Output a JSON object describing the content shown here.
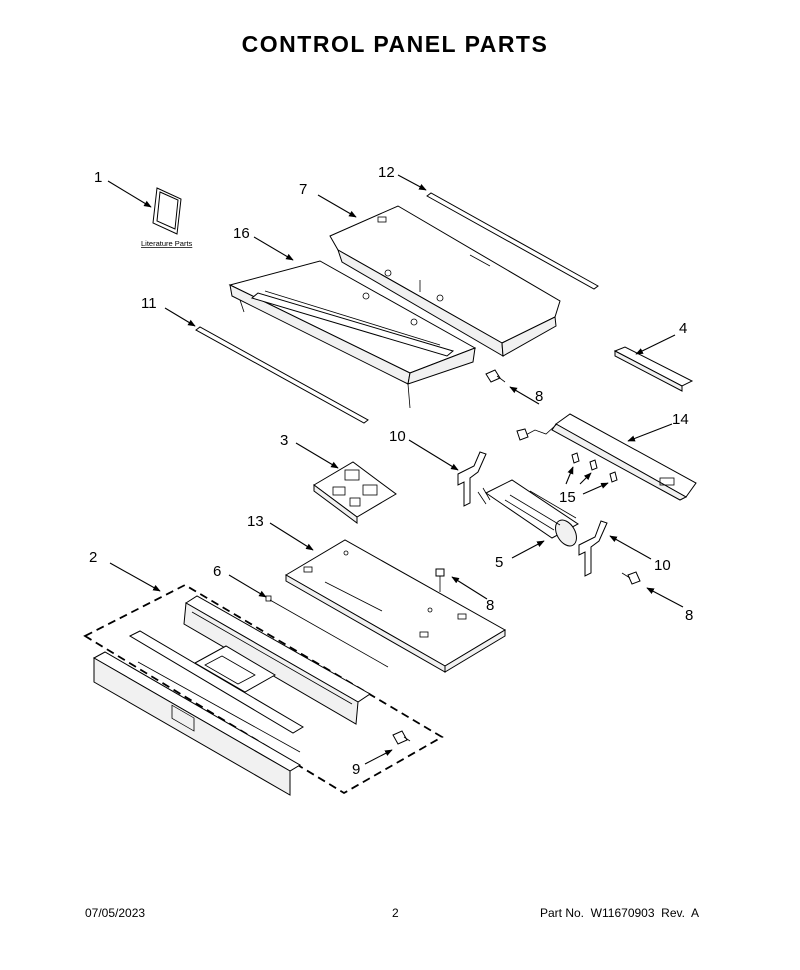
{
  "title": "CONTROL PANEL PARTS",
  "literature_label": "Literature Parts",
  "callouts": {
    "c1": "1",
    "c2": "2",
    "c3": "3",
    "c4": "4",
    "c5": "5",
    "c6": "6",
    "c7": "7",
    "c8a": "8",
    "c8b": "8",
    "c8c": "8",
    "c9": "9",
    "c10a": "10",
    "c10b": "10",
    "c11": "11",
    "c12": "12",
    "c13": "13",
    "c14": "14",
    "c15": "15",
    "c16": "16"
  },
  "footer": {
    "date": "07/05/2023",
    "page": "2",
    "part": "Part No.  W11670903  Rev.  A"
  }
}
